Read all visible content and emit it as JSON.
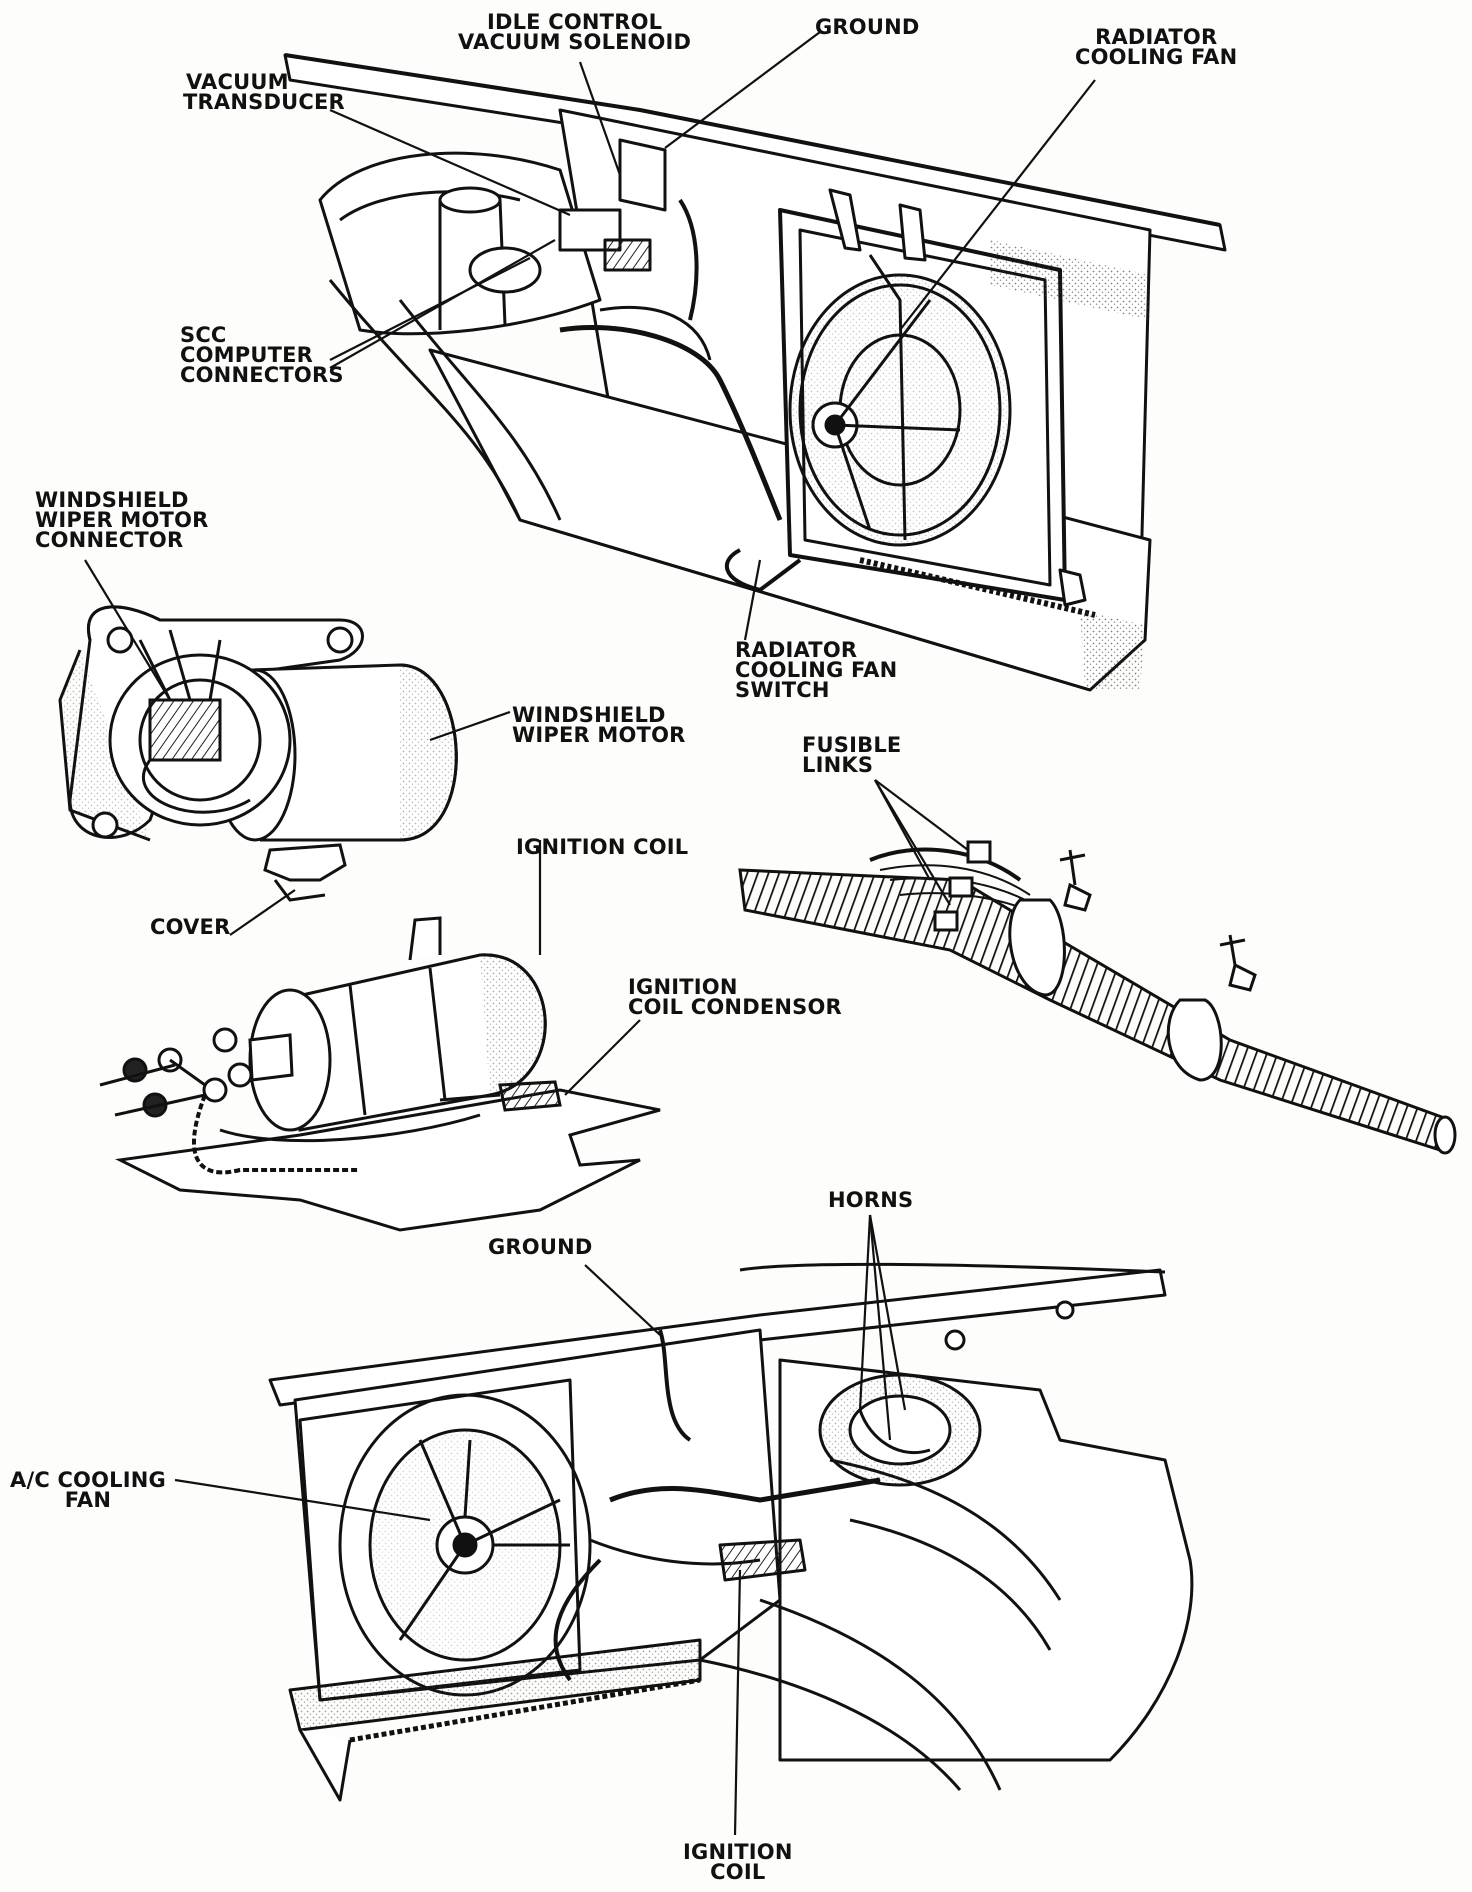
{
  "colors": {
    "ink": "#111111",
    "paper": "#fdfdfb",
    "shade": "#444444"
  },
  "labels": {
    "idle_control_vacuum_solenoid": [
      "IDLE CONTROL",
      "VACUUM SOLENOID"
    ],
    "ground_top": [
      "GROUND"
    ],
    "radiator_cooling_fan": [
      "RADIATOR",
      "COOLING FAN"
    ],
    "vacuum_transducer": [
      "VACUUM",
      "TRANSDUCER"
    ],
    "scc_computer_connectors": [
      "SCC",
      "COMPUTER",
      "CONNECTORS"
    ],
    "windshield_wiper_motor_connector": [
      "WINDSHIELD",
      "WIPER MOTOR",
      "CONNECTOR"
    ],
    "radiator_cooling_fan_switch": [
      "RADIATOR",
      "COOLING FAN",
      "SWITCH"
    ],
    "windshield_wiper_motor": [
      "WINDSHIELD",
      "WIPER MOTOR"
    ],
    "fusible_links": [
      "FUSIBLE",
      "LINKS"
    ],
    "ignition_coil_top": [
      "IGNITION COIL"
    ],
    "cover": [
      "COVER"
    ],
    "ignition_coil_condensor": [
      "IGNITION",
      "COIL CONDENSOR"
    ],
    "horns": [
      "HORNS"
    ],
    "ground_bottom": [
      "GROUND"
    ],
    "ac_cooling_fan": [
      "A/C COOLING",
      "FAN"
    ],
    "ignition_coil_bottom": [
      "IGNITION",
      "COIL"
    ]
  }
}
